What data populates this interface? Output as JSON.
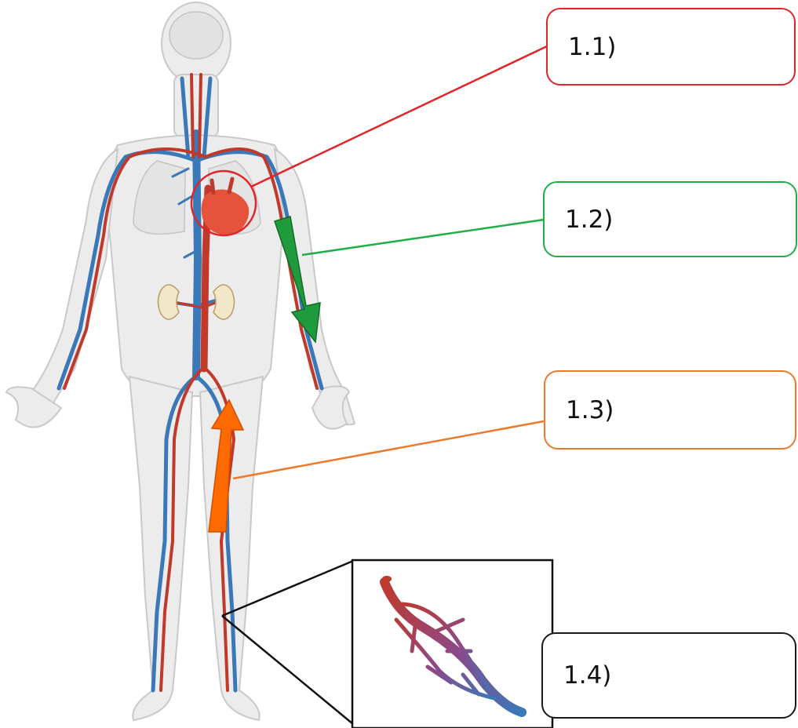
{
  "labels": [
    {
      "id": "1-1",
      "text": "1.1)",
      "color": "#e0252b"
    },
    {
      "id": "1-2",
      "text": "1.2)",
      "color": "#1fae48"
    },
    {
      "id": "1-3",
      "text": "1.3)",
      "color": "#ec7a2c"
    },
    {
      "id": "1-4",
      "text": "1.4)",
      "color": "#1a1a1a"
    }
  ],
  "colors": {
    "artery": "#c0392b",
    "vein": "#3a78b8",
    "heart": "#e6533c",
    "body_fill": "#ececec",
    "arrow_green": "#1f9a3c",
    "arrow_orange": "#ff6a00"
  },
  "icons": [
    "heart-icon",
    "kidney-icon",
    "capillary-bed-icon"
  ]
}
